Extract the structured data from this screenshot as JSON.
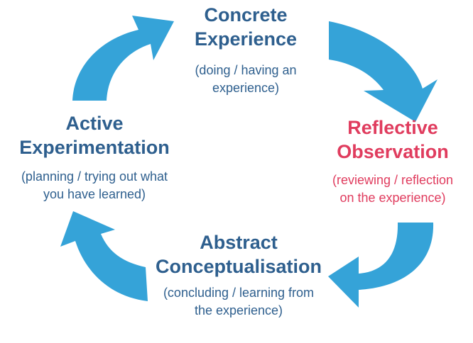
{
  "stages": [
    {
      "id": "concrete-experience",
      "title_lines": [
        "Concrete",
        "Experience"
      ],
      "desc_lines": [
        "(doing / having an",
        "experience)"
      ],
      "color": "#2E5F8E"
    },
    {
      "id": "reflective-observation",
      "title_lines": [
        "Reflective",
        "Observation"
      ],
      "desc_lines": [
        "(reviewing / reflection",
        "on the experience)"
      ],
      "color": "#E03C5E"
    },
    {
      "id": "abstract-conceptualisation",
      "title_lines": [
        "Abstract",
        "Conceptualisation"
      ],
      "desc_lines": [
        "(concluding / learning from",
        "the experience)"
      ],
      "color": "#2E5F8E"
    },
    {
      "id": "active-experimentation",
      "title_lines": [
        "Active",
        "Experimentation"
      ],
      "desc_lines": [
        "(planning / trying out what",
        "you have learned)"
      ],
      "color": "#2E5F8E"
    }
  ],
  "arrow_color": "#35A3D8",
  "icons": [
    "curved-arrow-icon"
  ]
}
